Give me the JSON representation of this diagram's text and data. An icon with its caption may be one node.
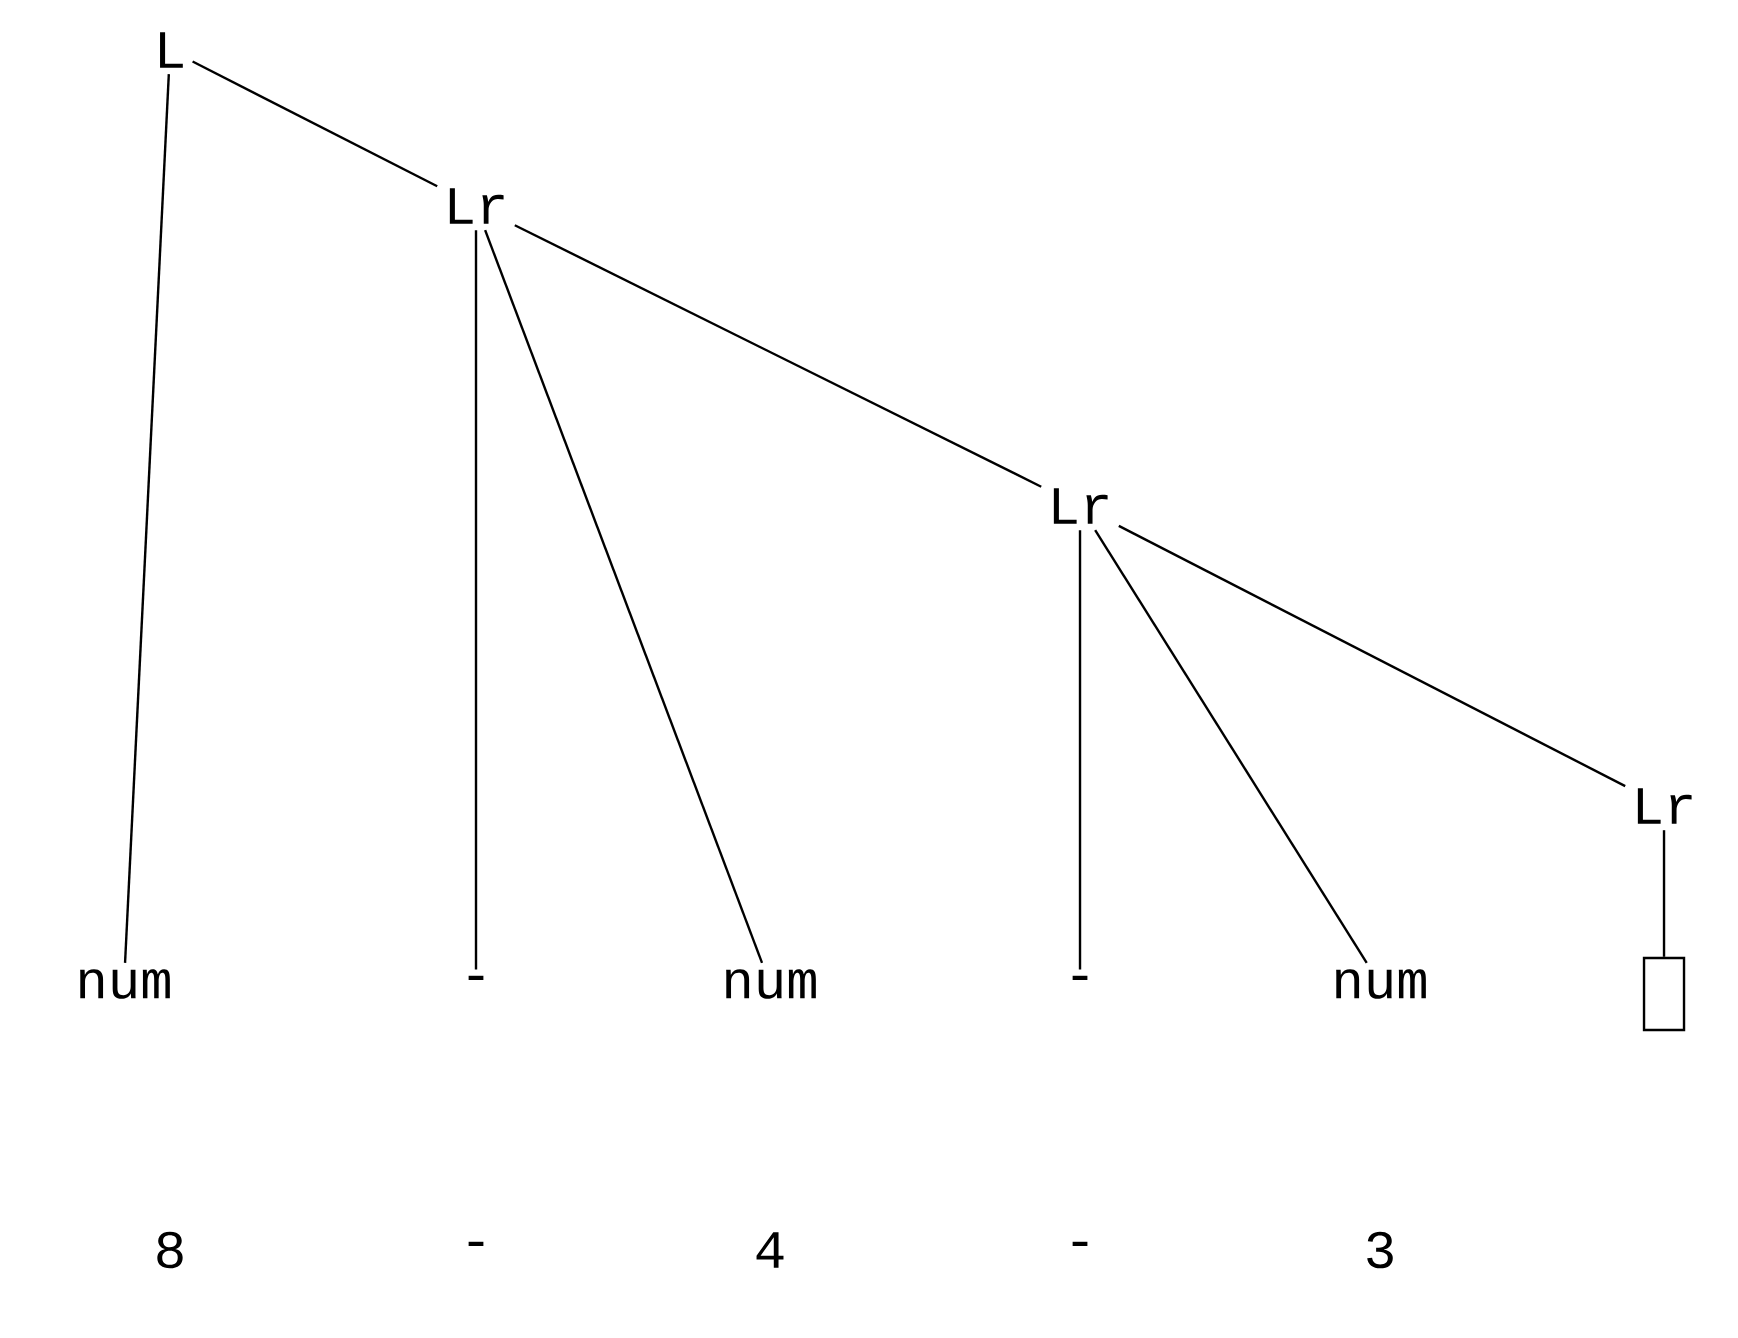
{
  "diagram": {
    "nodes": [
      {
        "text": [
          "L"
        ]
      },
      {
        "text": [
          "Lr"
        ]
      },
      {
        "text": [
          "Lr"
        ]
      },
      {
        "text": [
          "Lr"
        ]
      },
      {
        "text": [
          "num"
        ]
      },
      {
        "text": [
          "-"
        ]
      },
      {
        "text": [
          "num"
        ]
      },
      {
        "text": [
          "-"
        ]
      },
      {
        "text": [
          "num"
        ]
      },
      {
        "text": [],
        "shape": "box"
      }
    ],
    "edges": [
      {
        "from": 0,
        "to": 1,
        "arrow": "none"
      },
      {
        "from": 0,
        "to": 4,
        "arrow": "none"
      },
      {
        "from": 1,
        "to": 5,
        "arrow": "none"
      },
      {
        "from": 1,
        "to": 6,
        "arrow": "none"
      },
      {
        "from": 1,
        "to": 2,
        "arrow": "none"
      },
      {
        "from": 2,
        "to": 7,
        "arrow": "none"
      },
      {
        "from": 2,
        "to": 8,
        "arrow": "none"
      },
      {
        "from": 2,
        "to": 3,
        "arrow": "none"
      },
      {
        "from": 3,
        "to": 9,
        "arrow": "none"
      }
    ],
    "labels": [
      "8",
      "-",
      "4",
      "-",
      "3"
    ]
  }
}
